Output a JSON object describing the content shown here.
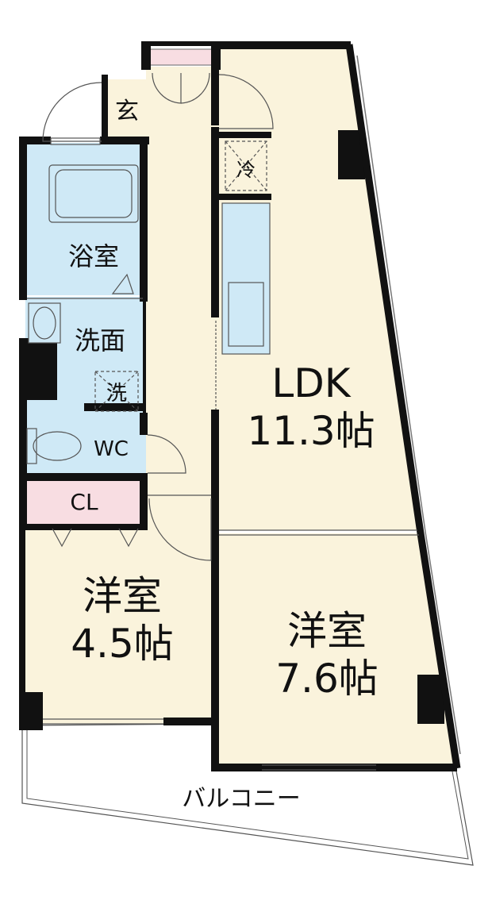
{
  "colors": {
    "wall": "#111111",
    "floor_living": "#faf3dc",
    "floor_wet": "#cfe9f6",
    "closet": "#f8dde2",
    "entrance_window": "#f8dde2",
    "line": "#444444"
  },
  "rooms": {
    "genkan": {
      "label": "玄"
    },
    "bath": {
      "label": "浴室"
    },
    "washroom": {
      "label": "洗面"
    },
    "washer": {
      "label": "洗"
    },
    "toilet": {
      "label": "WC"
    },
    "closet": {
      "label": "CL"
    },
    "fridge": {
      "label": "冷"
    },
    "ldk": {
      "label": "LDK",
      "size": "11.3帖"
    },
    "western_small": {
      "label": "洋室",
      "size": "4.5帖"
    },
    "western_large": {
      "label": "洋室",
      "size": "7.6帖"
    },
    "balcony": {
      "label": "バルコニー"
    }
  }
}
